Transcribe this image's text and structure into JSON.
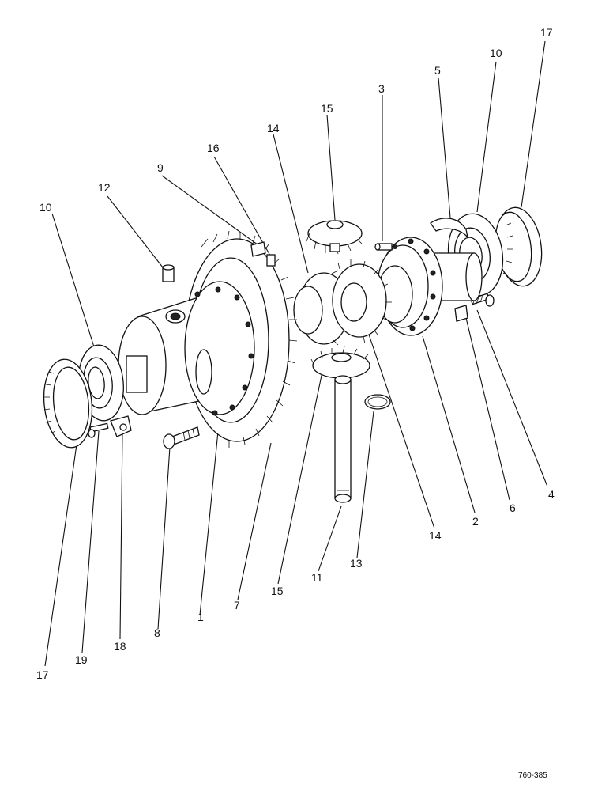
{
  "figure": {
    "drawing_code": "760-385",
    "callouts": [
      {
        "id": "c17a",
        "text": "17"
      },
      {
        "id": "c10a",
        "text": "10"
      },
      {
        "id": "c5",
        "text": "5"
      },
      {
        "id": "c3",
        "text": "3"
      },
      {
        "id": "c15a",
        "text": "15"
      },
      {
        "id": "c14a",
        "text": "14"
      },
      {
        "id": "c16",
        "text": "16"
      },
      {
        "id": "c9",
        "text": "9"
      },
      {
        "id": "c12",
        "text": "12"
      },
      {
        "id": "c10b",
        "text": "10"
      },
      {
        "id": "c4",
        "text": "4"
      },
      {
        "id": "c6",
        "text": "6"
      },
      {
        "id": "c2",
        "text": "2"
      },
      {
        "id": "c14b",
        "text": "14"
      },
      {
        "id": "c13",
        "text": "13"
      },
      {
        "id": "c11",
        "text": "11"
      },
      {
        "id": "c15b",
        "text": "15"
      },
      {
        "id": "c7",
        "text": "7"
      },
      {
        "id": "c1",
        "text": "1"
      },
      {
        "id": "c8",
        "text": "8"
      },
      {
        "id": "c18",
        "text": "18"
      },
      {
        "id": "c19",
        "text": "19"
      },
      {
        "id": "c17b",
        "text": "17"
      }
    ]
  }
}
